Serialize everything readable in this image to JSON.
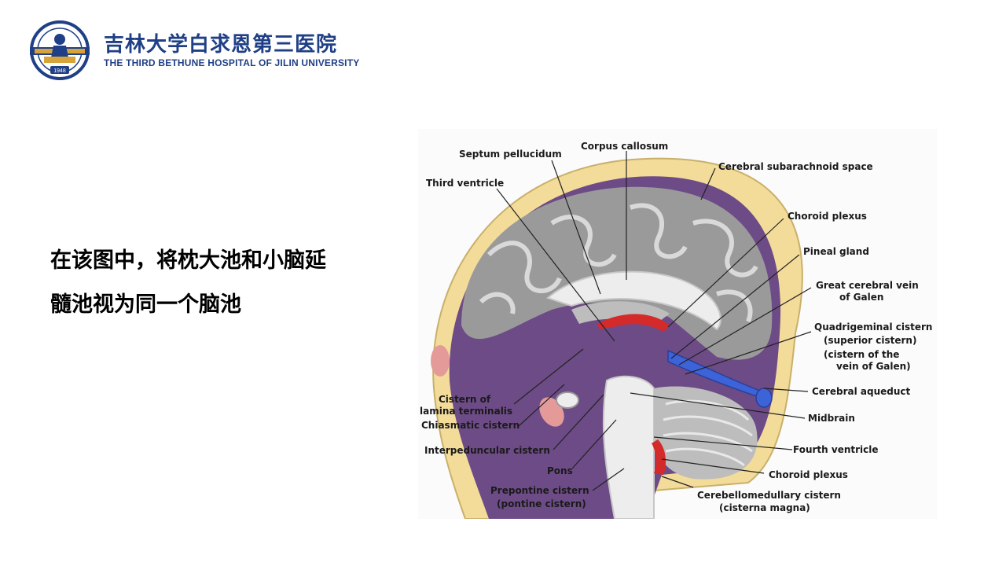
{
  "header": {
    "hospital_name_cn": "吉林大学白求恩第三医院",
    "hospital_name_en": "THE THIRD BETHUNE HOSPITAL OF JILIN UNIVERSITY",
    "logo_year": "1948"
  },
  "question": {
    "line1": "在该图中，将枕大池和小脑延",
    "line2": "髓池视为同一个脑池"
  },
  "diagram": {
    "labels": {
      "corpus_callosum": "Corpus callosum",
      "septum_pellucidum": "Septum pellucidum",
      "third_ventricle": "Third ventricle",
      "cerebral_subarachnoid_space": "Cerebral subarachnoid space",
      "choroid_plexus_top": "Choroid plexus",
      "pineal_gland": "Pineal gland",
      "great_cerebral_vein_1": "Great cerebral vein",
      "great_cerebral_vein_2": "of Galen",
      "quadrigeminal_1": "Quadrigeminal cistern",
      "quadrigeminal_2": "(superior cistern)",
      "quadrigeminal_3": "(cistern of the",
      "quadrigeminal_4": "vein of Galen)",
      "cerebral_aqueduct": "Cerebral aqueduct",
      "midbrain": "Midbrain",
      "fourth_ventricle": "Fourth ventricle",
      "choroid_plexus_bottom": "Choroid plexus",
      "cerebellomedullary_1": "Cerebellomedullary cistern",
      "cerebellomedullary_2": "(cisterna magna)",
      "cistern_lamina_1": "Cistern of",
      "cistern_lamina_2": "lamina terminalis",
      "chiasmatic_cistern": "Chiasmatic cistern",
      "interpeduncular_cistern": "Interpeduncular cistern",
      "pons": "Pons",
      "prepontine_1": "Prepontine cistern",
      "prepontine_2": "(pontine cistern)"
    },
    "colors": {
      "subarachnoid": "#f3dc9a",
      "meninges": "#6d4b86",
      "cortex": "#9a9a9a",
      "white_matter": "#ededed",
      "choroid": "#d42a2a",
      "vein": "#3d63d8",
      "pink_tissue": "#e59a9a"
    }
  }
}
